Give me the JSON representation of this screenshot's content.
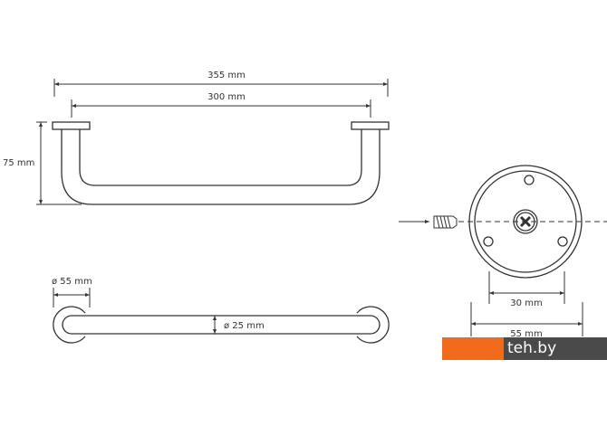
{
  "dimensions": {
    "total_length": "355 mm",
    "inner_length": "300 mm",
    "projection": "75 mm",
    "flange_diameter": "ø 55 mm",
    "tube_diameter": "ø 25 mm",
    "hole_spacing": "30 mm",
    "base_diameter": "55 mm"
  },
  "watermark": {
    "text": "teh.by",
    "colors": {
      "orange": "#f26a1b",
      "dark": "#4a4a4a"
    }
  }
}
